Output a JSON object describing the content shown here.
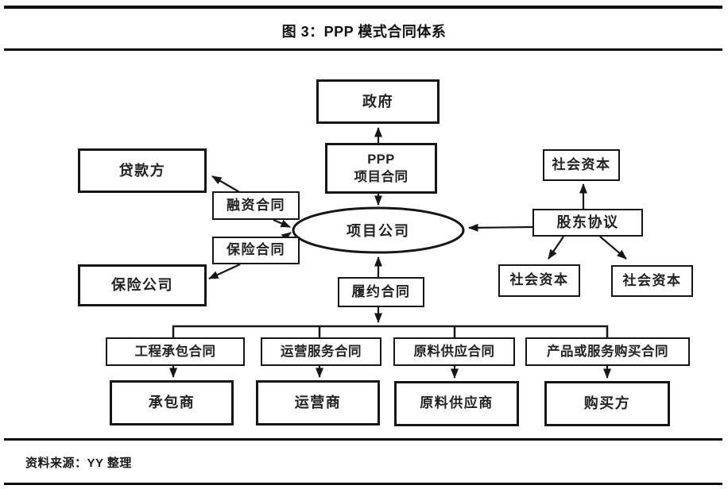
{
  "header": {
    "title": "图 3：PPP 模式合同体系"
  },
  "footer": {
    "source": "资料来源：YY 整理"
  },
  "colors": {
    "ink": "#161616",
    "rule": "#0d0d0d",
    "background": "#ffffff"
  },
  "diagram": {
    "government": "政府",
    "ppp_contract": {
      "line1": "PPP",
      "line2": "项目合同"
    },
    "project_company": "项目公司",
    "lender": "贷款方",
    "financing_contract": "融资合同",
    "insurance_contract": "保险合同",
    "insurance_company": "保险公司",
    "shareholder_agreement": "股东协议",
    "social_capital": "社会资本",
    "performance_contract": "履约合同",
    "chain": [
      {
        "contract": "工程承包合同",
        "party": "承包商"
      },
      {
        "contract": "运营服务合同",
        "party": "运营商"
      },
      {
        "contract": "原料供应合同",
        "party": "原料供应商"
      },
      {
        "contract": "产品或服务购买合同",
        "party": "购买方"
      }
    ]
  }
}
